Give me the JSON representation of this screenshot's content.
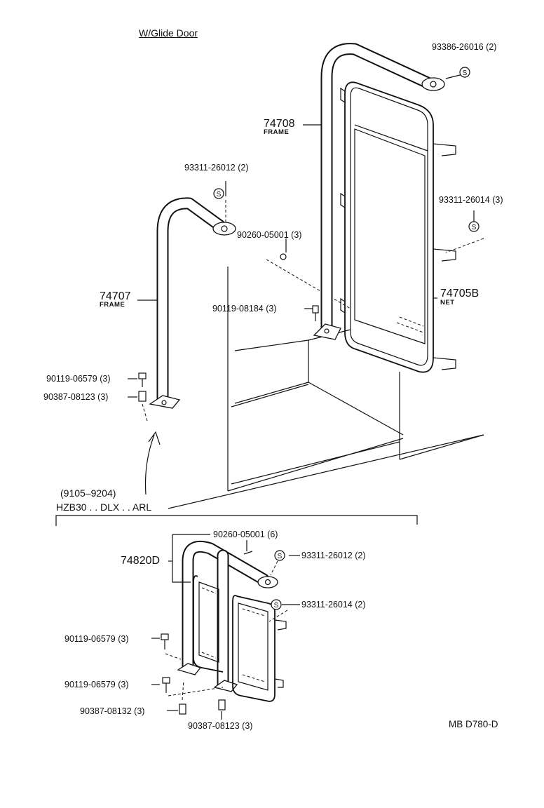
{
  "title": "W/Glide Door",
  "doc_code": "MB D780-D",
  "section": {
    "years": "(9105–9204)",
    "models": "HZB30 . . DLX . . ARL"
  },
  "symbol_letter": "S",
  "upper_parts": {
    "p93386": "93386-26016 (2)",
    "p74708": "74708",
    "p74708_sub": "FRAME",
    "p93311a": "93311-26012 (2)",
    "p93311b": "93311-26014 (3)",
    "p90260": "90260-05001 (3)",
    "p74707": "74707",
    "p74707_sub": "FRAME",
    "p74705": "74705B",
    "p74705_sub": "NET",
    "p90119a": "90119-08184 (3)",
    "p90119b": "90119-06579 (3)",
    "p90387": "90387-08123 (3)"
  },
  "lower_parts": {
    "p74820": "74820D",
    "p90260": "90260-05001 (6)",
    "p93311a": "93311-26012 (2)",
    "p93311b": "93311-26014 (2)",
    "p90119a": "90119-06579 (3)",
    "p90119b": "90119-06579 (3)",
    "p90387a": "90387-08132 (3)",
    "p90387b": "90387-08123 (3)"
  }
}
